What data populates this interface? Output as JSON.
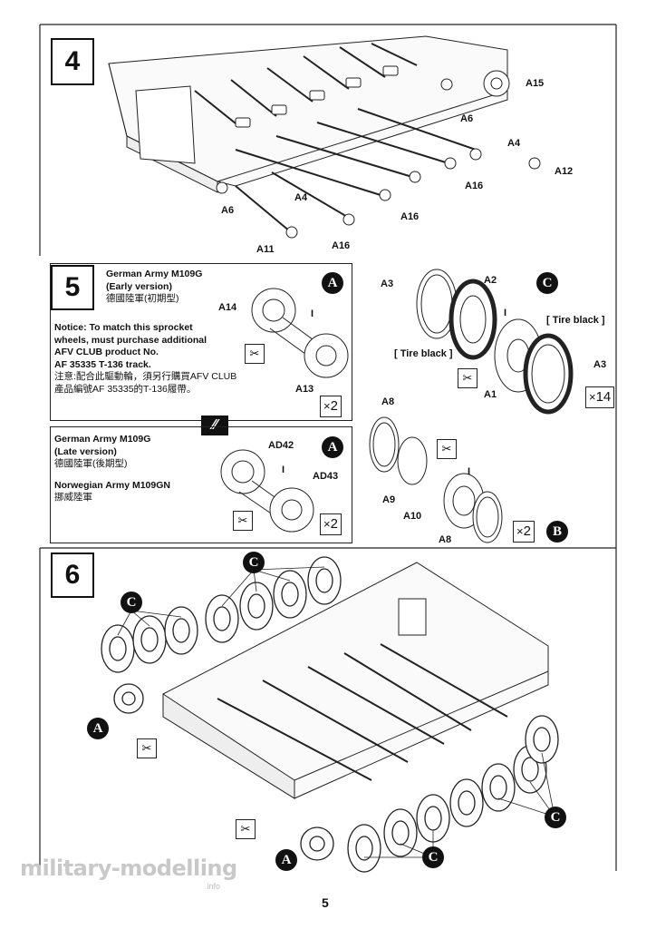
{
  "page_number": "5",
  "watermark": {
    "text": "military-modelling",
    "suffix": ".info"
  },
  "step4": {
    "number": "4",
    "labels": [
      "A15",
      "A6",
      "A4",
      "A12",
      "A16",
      "A4",
      "A16",
      "A6",
      "A11",
      "A16"
    ]
  },
  "step5": {
    "number": "5",
    "early": {
      "title_en": "German Army M109G",
      "subtitle_en": "(Early version)",
      "title_cn": "德國陸軍(初期型)",
      "notice_lines": [
        "Notice: To match this sprocket",
        "wheels, must purchase additional",
        "AFV CLUB product No.",
        "AF 35335 T-136 track."
      ],
      "notice_cn_lines": [
        "注意:配合此驅動輪，須另行購買AFV CLUB",
        "產品編號AF 35335的T-136履帶。"
      ],
      "part_labels": [
        "A14",
        "I",
        "A13"
      ],
      "badge": "A",
      "quantity": "2"
    },
    "late": {
      "title_en": "German Army M109G",
      "subtitle_en": "(Late version)",
      "title_cn": "德國陸軍(後期型)",
      "title2_en": "Norwegian Army M109GN",
      "title2_cn": "挪威陸軍",
      "part_labels": [
        "AD42",
        "I",
        "AD43"
      ],
      "badge": "A",
      "quantity": "2"
    },
    "road_wheel": {
      "badge": "C",
      "part_labels": [
        "A3",
        "A2",
        "I",
        "[ Tire black ]",
        "[ Tire black ]",
        "A3",
        "A1"
      ],
      "quantity": "14"
    },
    "idler": {
      "badge": "B",
      "part_labels": [
        "A8",
        "I",
        "A9",
        "A10",
        "A8"
      ],
      "quantity": "2"
    }
  },
  "step6": {
    "number": "6",
    "badges": [
      "C",
      "C",
      "A",
      "C",
      "C",
      "A"
    ]
  },
  "icons": {
    "glue": "glue-cement-icon",
    "cut": "cut-icon"
  },
  "colors": {
    "ink": "#111111",
    "paper": "#ffffff"
  }
}
